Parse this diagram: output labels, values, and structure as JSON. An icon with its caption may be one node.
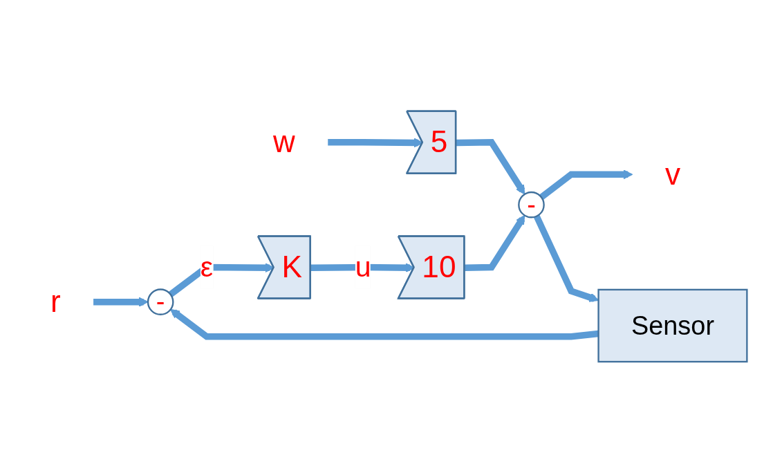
{
  "diagram": {
    "nodes": [
      {
        "text": [
          "r"
        ]
      },
      {
        "text": [
          "-"
        ]
      },
      {
        "text": [
          "K"
        ]
      },
      {
        "text": [
          "10"
        ]
      },
      {
        "text": [
          "w"
        ]
      },
      {
        "text": [
          "5"
        ]
      },
      {
        "text": [
          "-"
        ]
      },
      {
        "text": [
          "v"
        ]
      },
      {
        "text": [
          "Sensor"
        ]
      }
    ],
    "edges": [
      {
        "from": 0,
        "to": 1,
        "arrow": "to"
      },
      {
        "from": 1,
        "to": 2,
        "arrow": "to",
        "label": "ε"
      },
      {
        "from": 2,
        "to": 3,
        "arrow": "to",
        "label": "u"
      },
      {
        "from": 4,
        "to": 5,
        "arrow": "to"
      },
      {
        "from": 5,
        "to": 6,
        "arrow": "to"
      },
      {
        "from": 3,
        "to": 6,
        "arrow": "to"
      },
      {
        "from": 6,
        "to": 7,
        "arrow": "to"
      },
      {
        "from": 6,
        "to": 8,
        "arrow": "to"
      },
      {
        "from": 8,
        "to": 1,
        "arrow": "to"
      }
    ]
  }
}
